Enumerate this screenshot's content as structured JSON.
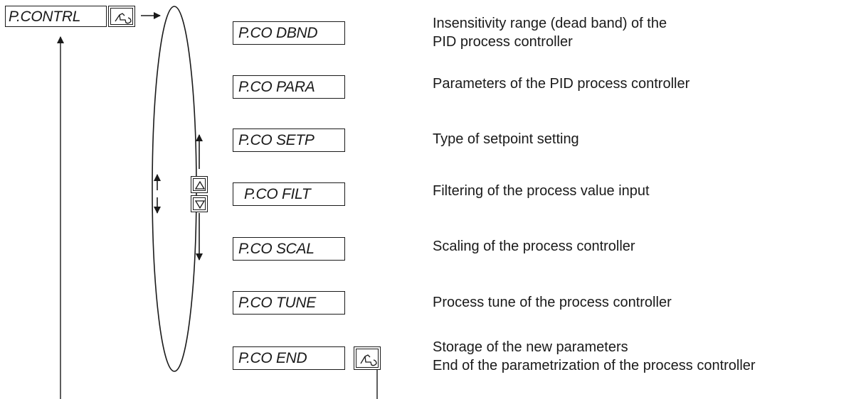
{
  "root_menu": {
    "label": "P.CONTRL"
  },
  "icons": {
    "enter_key": "hand-enter-key-icon",
    "up_key": "up-arrow-key-icon",
    "down_key": "down-arrow-key-icon"
  },
  "items": [
    {
      "label": "P.CO DBND",
      "desc_line1": "Insensitivity range (dead band) of the",
      "desc_line2": "PID process controller"
    },
    {
      "label": "P.CO PARA",
      "desc_line1": "Parameters of the PID process controller",
      "desc_line2": ""
    },
    {
      "label": "P.CO SETP",
      "desc_line1": "Type of setpoint setting",
      "desc_line2": ""
    },
    {
      "label": "P.CO FILT",
      "desc_line1": "Filtering of the process value input",
      "desc_line2": ""
    },
    {
      "label": "P.CO SCAL",
      "desc_line1": "Scaling of the process controller",
      "desc_line2": ""
    },
    {
      "label": "P.CO TUNE",
      "desc_line1": "Process tune of the process controller",
      "desc_line2": ""
    },
    {
      "label": "P.CO END",
      "desc_line1": "Storage of the new parameters",
      "desc_line2": "End of the parametrization of the process controller"
    }
  ]
}
